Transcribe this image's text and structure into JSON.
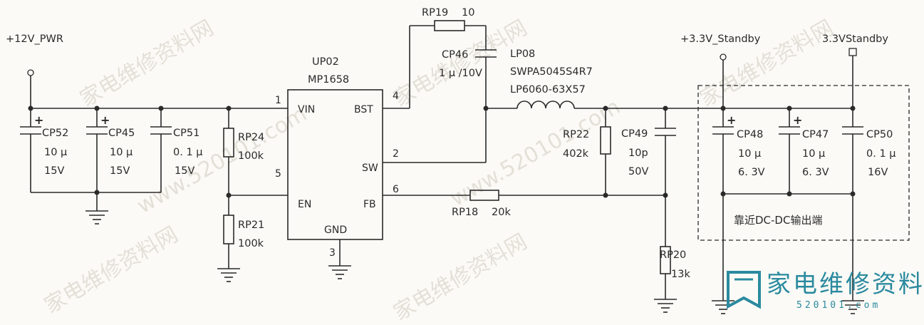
{
  "nets": {
    "pwr12": "+12V_PWR",
    "standby_a": "+3.3V_Standby",
    "standby_b": "3.3VStandby"
  },
  "ic": {
    "ref": "UP02",
    "part": "MP1658",
    "pin_vin": "VIN",
    "pin_bst": "BST",
    "pin_sw": "SW",
    "pin_en": "EN",
    "pin_fb": "FB",
    "pin_gnd": "GND",
    "num_vin": "1",
    "num_bst": "4",
    "num_sw": "2",
    "num_en": "5",
    "num_fb": "6",
    "num_gnd": "3"
  },
  "components": {
    "cp52": {
      "ref": "CP52",
      "value": "10 µ",
      "rating": "15V"
    },
    "cp45": {
      "ref": "CP45",
      "value": "10 µ",
      "rating": "15V"
    },
    "cp51": {
      "ref": "CP51",
      "value": "0. 1 µ",
      "rating": "15V"
    },
    "rp24": {
      "ref": "RP24",
      "value": "100k"
    },
    "rp21": {
      "ref": "RP21",
      "value": "100k"
    },
    "rp19": {
      "ref": "RP19",
      "value": "10"
    },
    "cp46": {
      "ref": "CP46",
      "value": "1 µ /10V"
    },
    "lp08": {
      "ref": "LP08",
      "part1": "SWPA5045S4R7",
      "part2": "LP6060-63X57"
    },
    "rp18": {
      "ref": "RP18",
      "value": "20k"
    },
    "rp22": {
      "ref": "RP22",
      "value": "402k"
    },
    "cp49": {
      "ref": "CP49",
      "value": "10p",
      "rating": "50V"
    },
    "rp20": {
      "ref": "RP20",
      "value": "13k"
    },
    "cp48": {
      "ref": "CP48",
      "value": "10 µ",
      "rating": "6. 3V"
    },
    "cp47": {
      "ref": "CP47",
      "value": "10 µ",
      "rating": "6. 3V"
    },
    "cp50": {
      "ref": "CP50",
      "value": "0. 1 µ",
      "rating": "16V"
    }
  },
  "note": "靠近DC-DC输出端",
  "watermark": {
    "text": "家电维修资料网",
    "url": "www.520101.com",
    "logo_text": "家电维修资料网",
    "logo_url": "520101.com"
  },
  "colors": {
    "ink": "#2a2a2a",
    "logo": "#2b8a9f",
    "paper": "#fbfaf6"
  }
}
